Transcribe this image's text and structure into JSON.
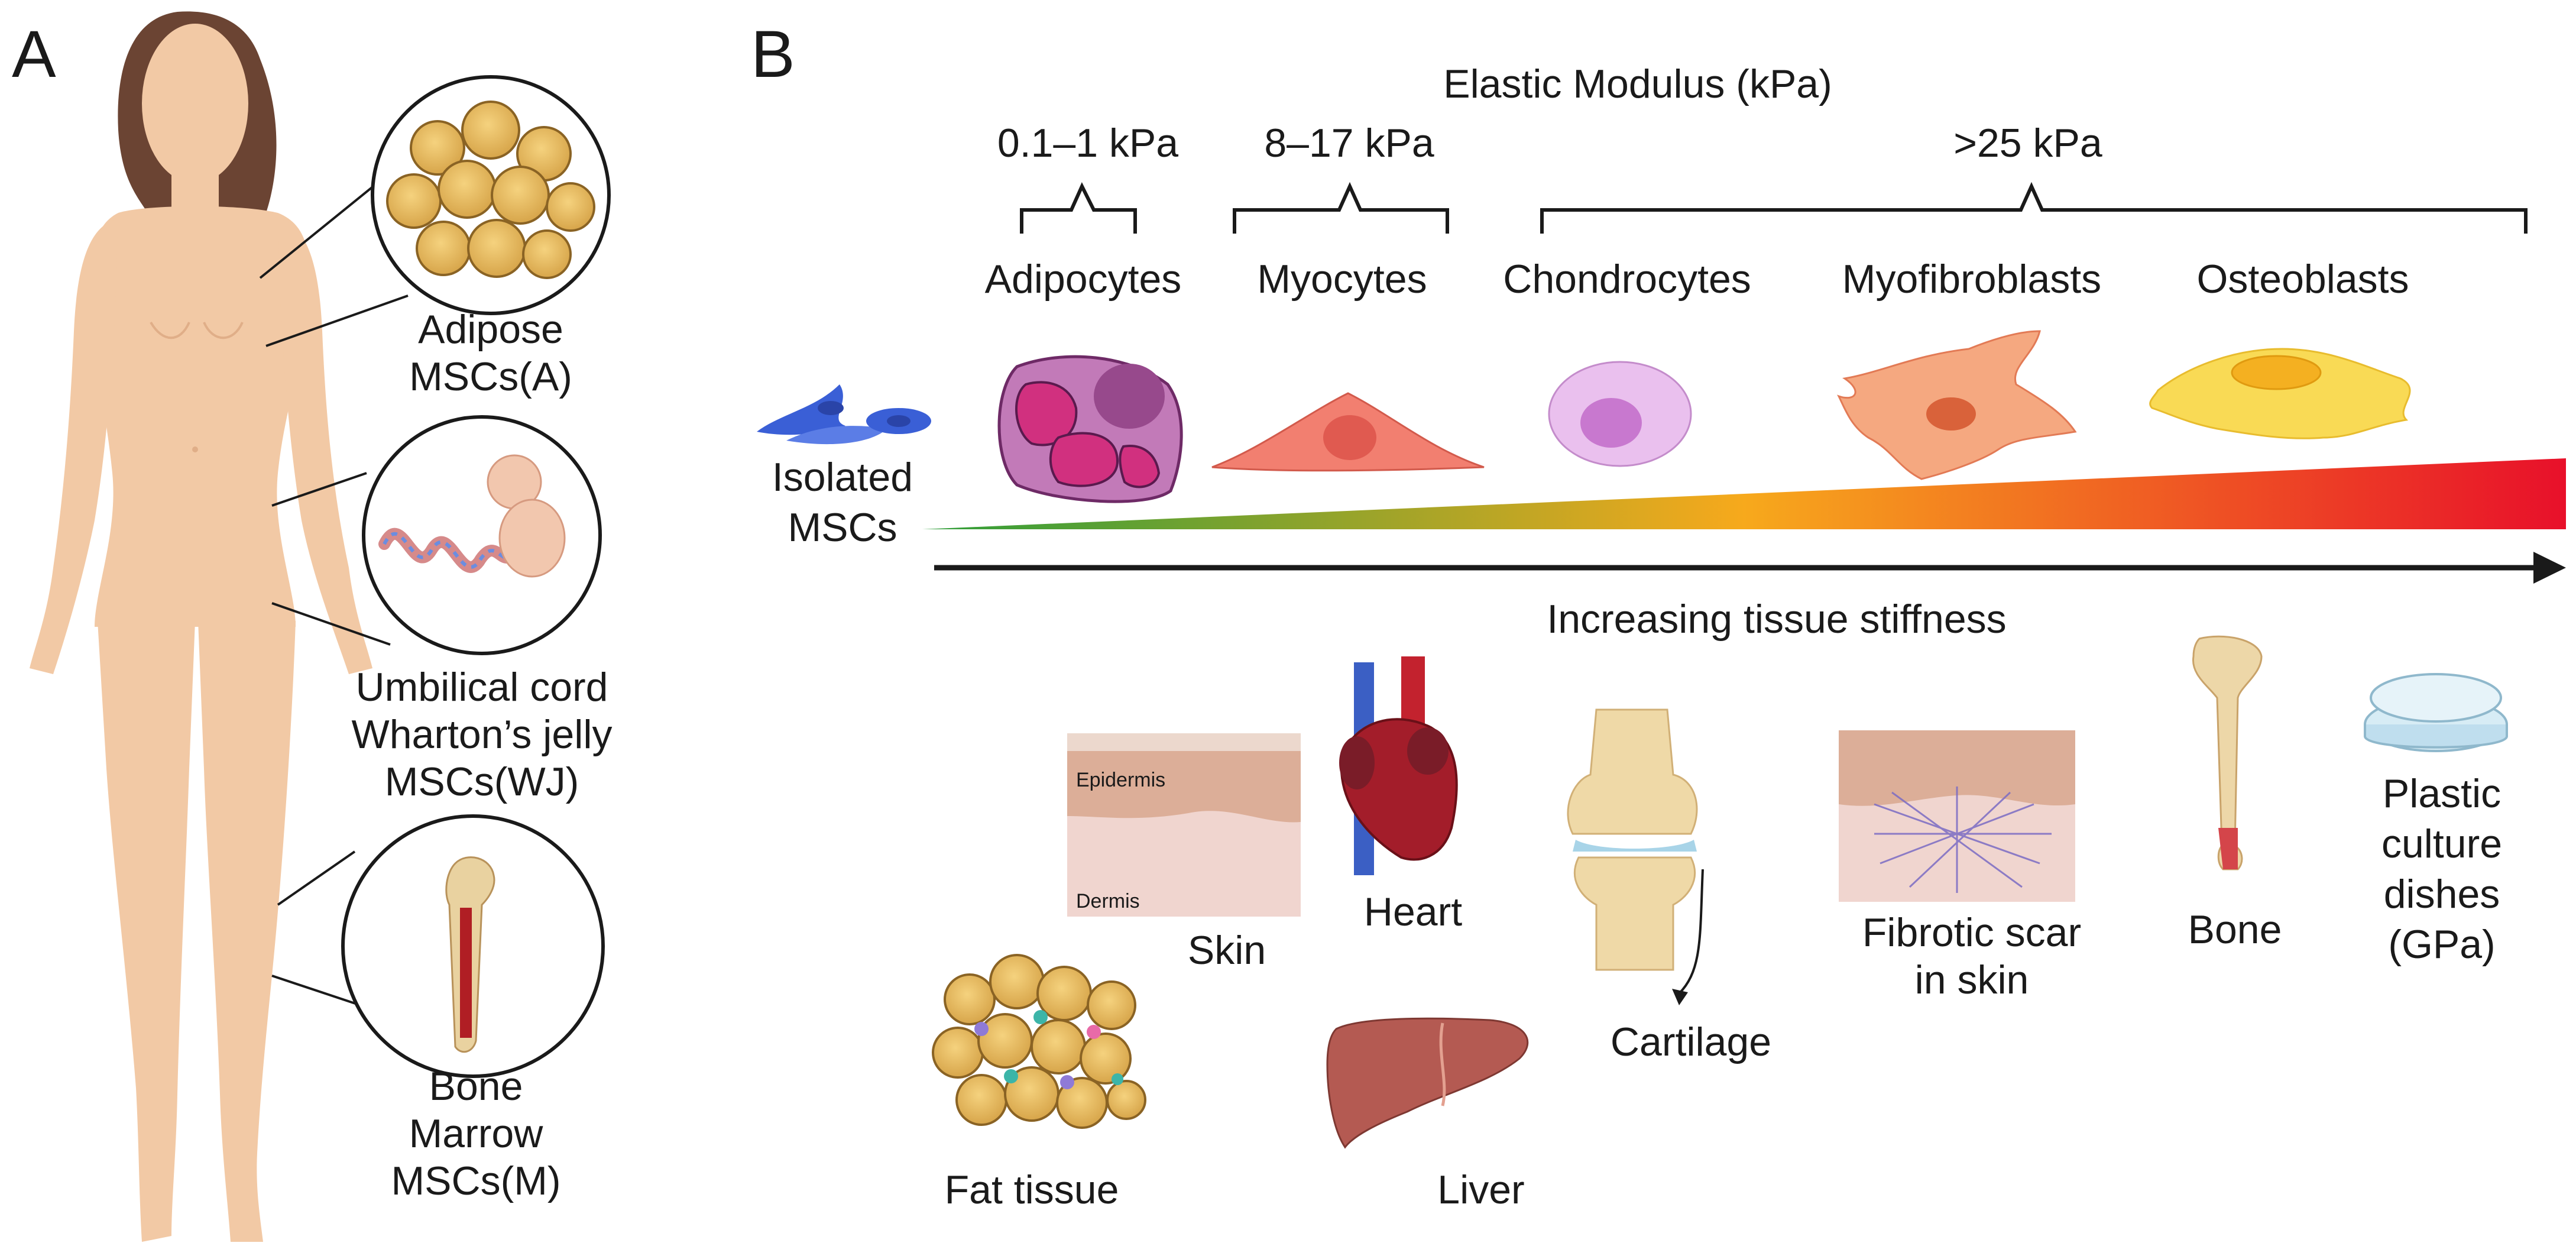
{
  "panels": {
    "a": "A",
    "b": "B"
  },
  "panel_a": {
    "adipose": [
      "Adipose",
      "MSCs(A)"
    ],
    "umbilical": [
      "Umbilical cord",
      "Wharton’s jelly",
      "MSCs(WJ)"
    ],
    "marrow": [
      "Bone",
      "Marrow",
      "MSCs(M)"
    ]
  },
  "panel_b": {
    "modulus_title": "Elastic Modulus (kPa)",
    "ranges": {
      "r1": "0.1–1 kPa",
      "r2": "8–17 kPa",
      "r3": ">25 kPa"
    },
    "cells": {
      "adipocytes": "Adipocytes",
      "myocytes": "Myocytes",
      "chondrocytes": "Chondrocytes",
      "myofibroblasts": "Myofibroblasts",
      "osteoblasts": "Osteoblasts"
    },
    "isolated": [
      "Isolated",
      "MSCs"
    ],
    "axis_label": "Increasing tissue stiffness",
    "tissues": {
      "skin": "Skin",
      "epidermis": "Epidermis",
      "dermis": "Dermis",
      "heart": "Heart",
      "cartilage": "Cartilage",
      "scar": [
        "Fibrotic scar",
        "in skin"
      ],
      "bone": "Bone",
      "dishes": [
        "Plastic",
        "culture",
        "dishes",
        "(GPa)"
      ],
      "fat": "Fat tissue",
      "liver": "Liver"
    }
  },
  "colors": {
    "skin_tone": "#f2c9a5",
    "hair": "#6b4433",
    "gradient_start": "#2e9e3a",
    "gradient_mid": "#f7a91c",
    "gradient_end": "#e8102a",
    "adipocyte": "#b04a9a",
    "myocyte": "#f27f70",
    "chondrocyte": "#e3a2e6",
    "myofibroblast": "#f39b72",
    "osteoblast": "#f7d34a",
    "msc": "#3a5fd6"
  }
}
